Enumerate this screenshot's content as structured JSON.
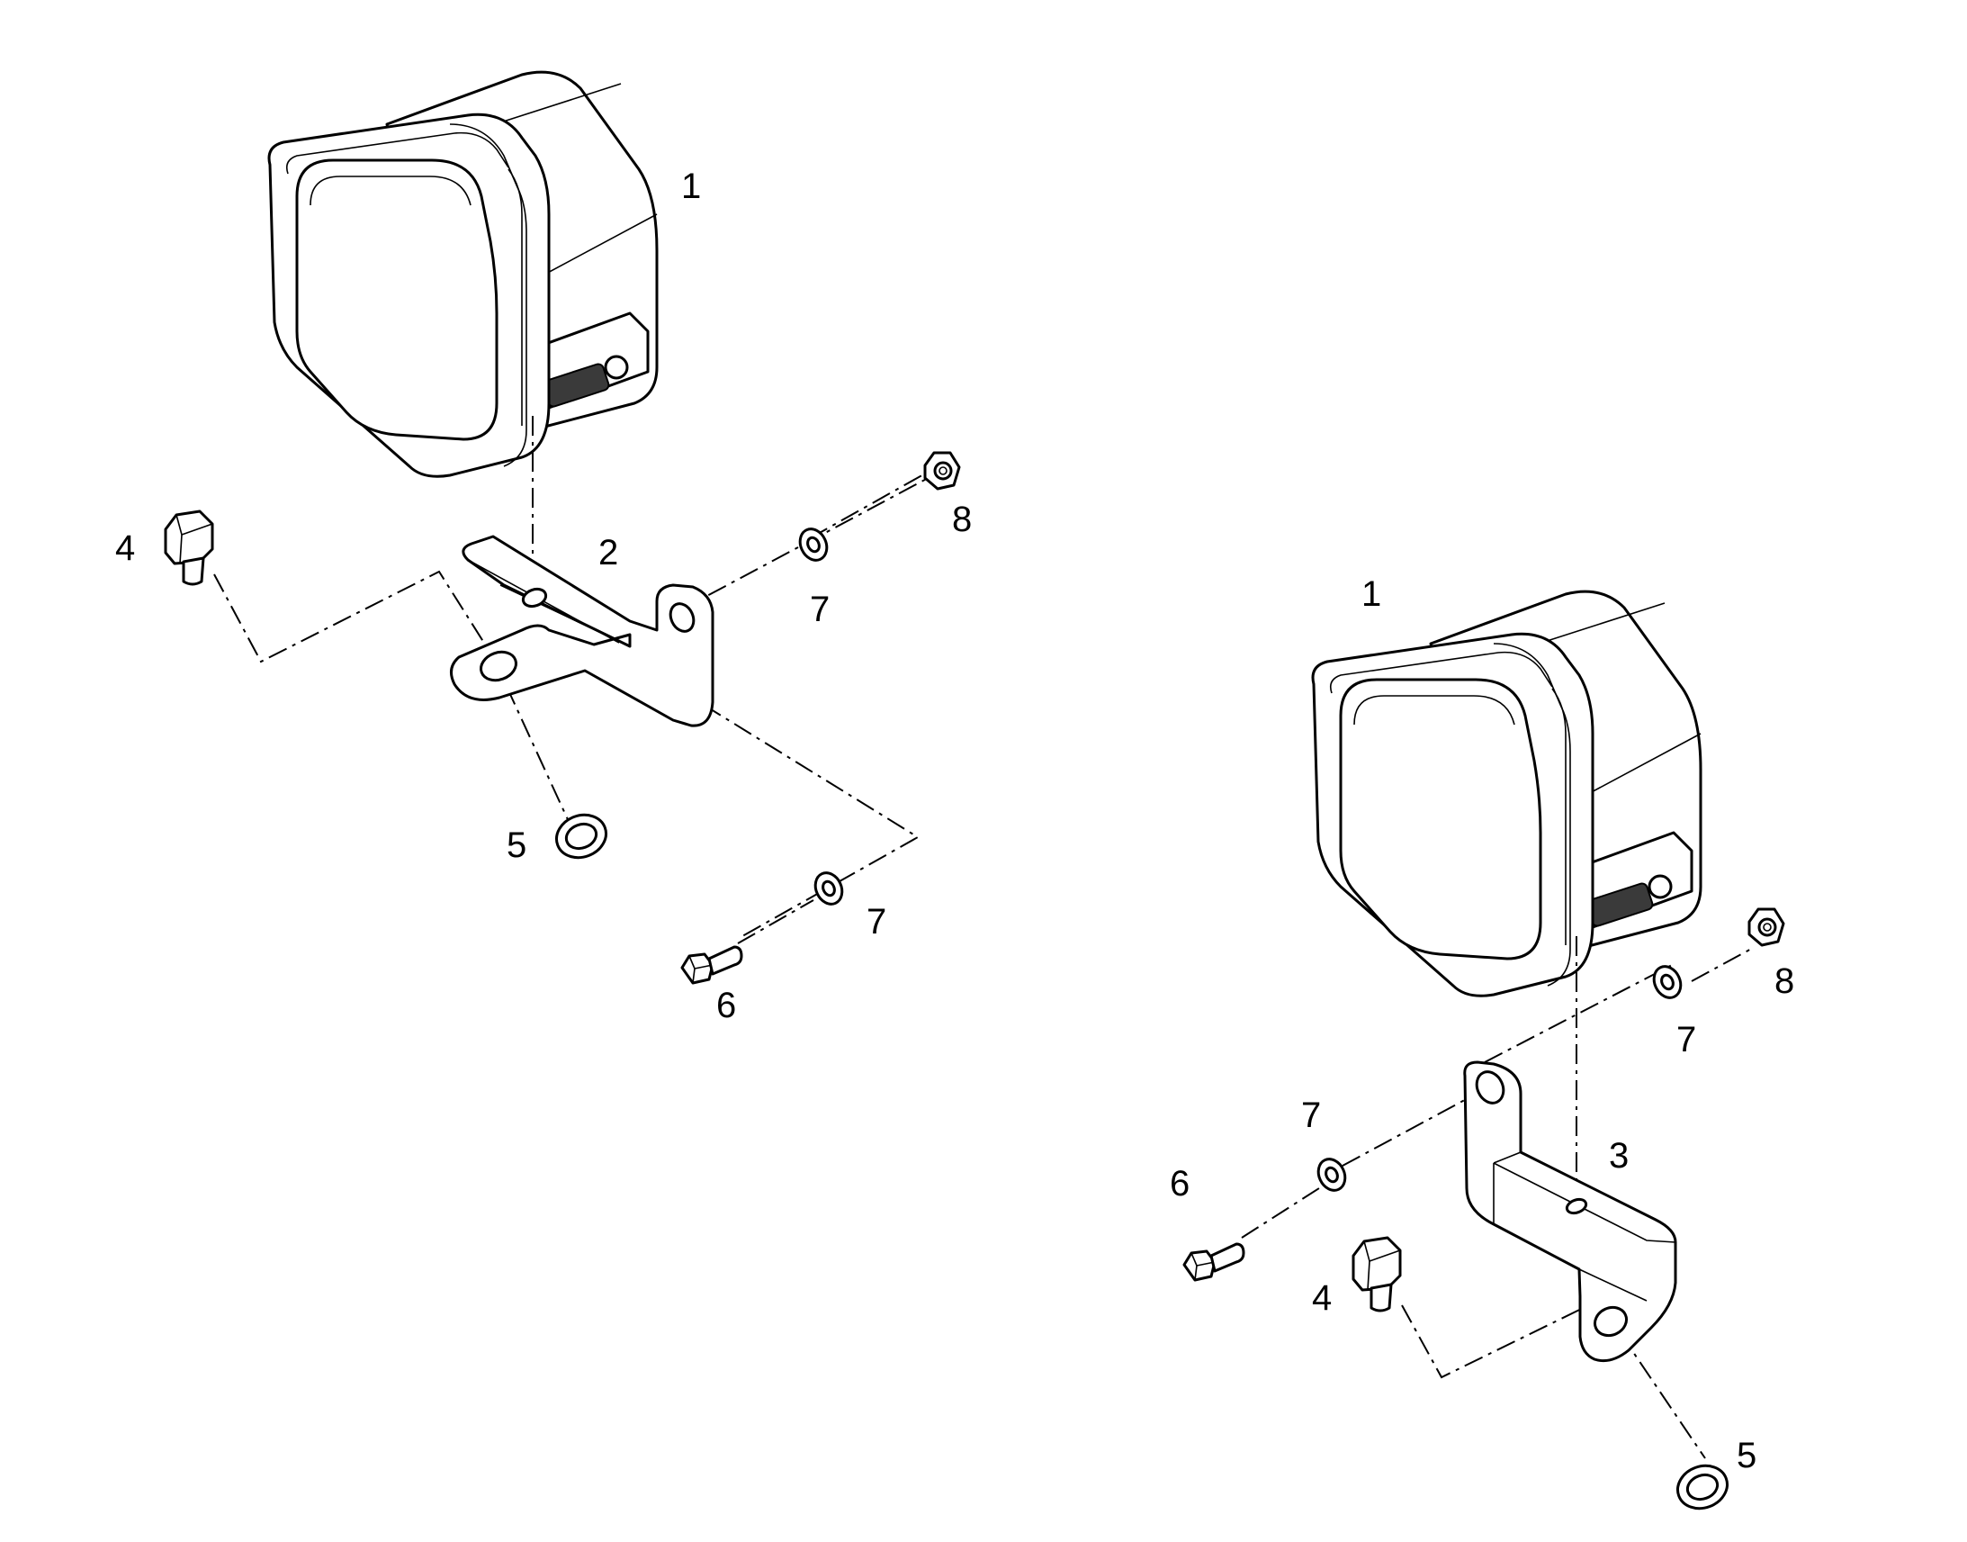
{
  "callouts": {
    "left_lamp": "1",
    "left_bracket": "2",
    "left_bolt_large": "4",
    "left_washer_large": "5",
    "left_bolt_small": "6",
    "left_washer_small_top": "7",
    "left_washer_small_bottom": "7",
    "left_nut": "8",
    "right_lamp": "1",
    "right_bracket": "3",
    "right_bolt_large": "4",
    "right_washer_large": "5",
    "right_bolt_small": "6",
    "right_washer_small_left": "7",
    "right_washer_small_right": "7",
    "right_nut": "8"
  }
}
